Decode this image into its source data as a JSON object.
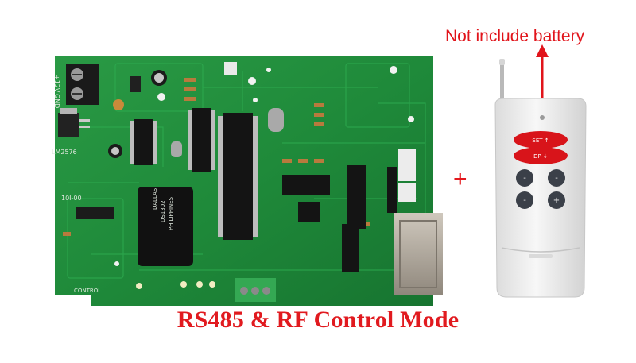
{
  "annotation": {
    "text": "Not include battery",
    "color": "#e1141b"
  },
  "plus_sign": "+",
  "caption": {
    "text": "RS485 & RF Control Mode",
    "color": "#e11a1f"
  },
  "board": {
    "pcb_color": "#1f8a3a",
    "silkscreen": {
      "voltage": "+12V",
      "ground": "GND",
      "regulator": "LM2576",
      "header": "10I-00",
      "section": "CONTROL"
    },
    "rtc_chip_marking": [
      "DALLAS",
      "DS1302",
      "PHILIPPINES"
    ]
  },
  "remote": {
    "button_top": "SET ↑",
    "button_bottom": "DP ↓",
    "button_symbols": [
      "-",
      "-",
      "-",
      "+"
    ]
  }
}
